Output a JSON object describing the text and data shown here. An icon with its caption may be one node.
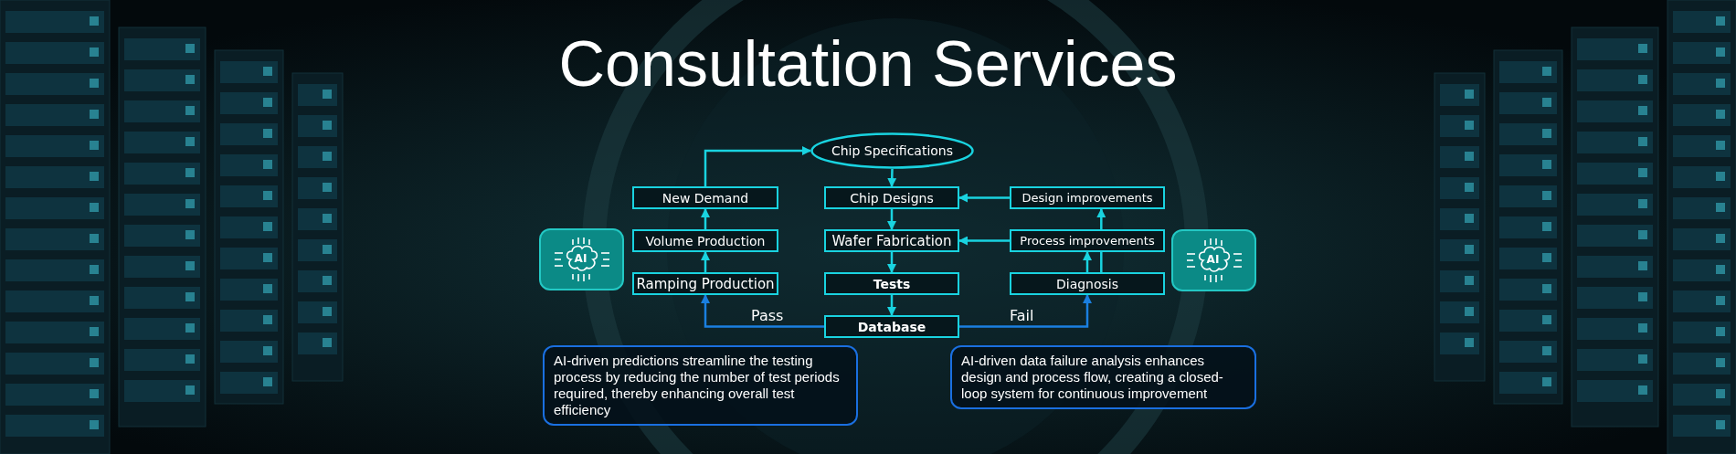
{
  "diagram": {
    "title": "Consultation Services",
    "nodes": [
      {
        "text": [
          "Chip Specifications"
        ]
      },
      {
        "text": [
          "New Demand"
        ]
      },
      {
        "text": [
          "Chip Designs"
        ]
      },
      {
        "text": [
          "Design improvements"
        ]
      },
      {
        "text": [
          "AI"
        ]
      },
      {
        "text": [
          "Volume Production"
        ]
      },
      {
        "text": [
          "Wafer Fabrication"
        ]
      },
      {
        "text": [
          "Process improvements"
        ]
      },
      {
        "text": [
          "AI"
        ]
      },
      {
        "text": [
          "Ramping Production"
        ]
      },
      {
        "text": [
          "Tests"
        ]
      },
      {
        "text": [
          "Diagnosis"
        ]
      },
      {
        "text": [
          "Database"
        ]
      },
      {
        "text": [
          "AI-driven predictions streamline the testing process by reducing the number of test periods required, thereby enhancing overall test efficiency"
        ]
      },
      {
        "text": [
          "AI-driven data failure analysis enhances design and process flow, creating a closed-loop system for continuous improvement"
        ]
      }
    ],
    "edges": [
      {
        "from": 1,
        "to": 0,
        "arrow": "to"
      },
      {
        "from": 5,
        "to": 1,
        "arrow": "to"
      },
      {
        "from": 9,
        "to": 5,
        "arrow": "to"
      },
      {
        "from": 0,
        "to": 2,
        "arrow": "to"
      },
      {
        "from": 2,
        "to": 6,
        "arrow": "to"
      },
      {
        "from": 6,
        "to": 10,
        "arrow": "to"
      },
      {
        "from": 10,
        "to": 12,
        "arrow": "to"
      },
      {
        "from": 12,
        "to": 9,
        "arrow": "to",
        "label": "Pass",
        "color": "#1a7fe0"
      },
      {
        "from": 12,
        "to": 11,
        "arrow": "to",
        "label": "Fail",
        "color": "#1a7fe0"
      },
      {
        "from": 11,
        "to": 7,
        "arrow": "to"
      },
      {
        "from": 11,
        "to": 3,
        "arrow": "to"
      },
      {
        "from": 3,
        "to": 2,
        "arrow": "to"
      },
      {
        "from": 7,
        "to": 6,
        "arrow": "to"
      }
    ]
  }
}
